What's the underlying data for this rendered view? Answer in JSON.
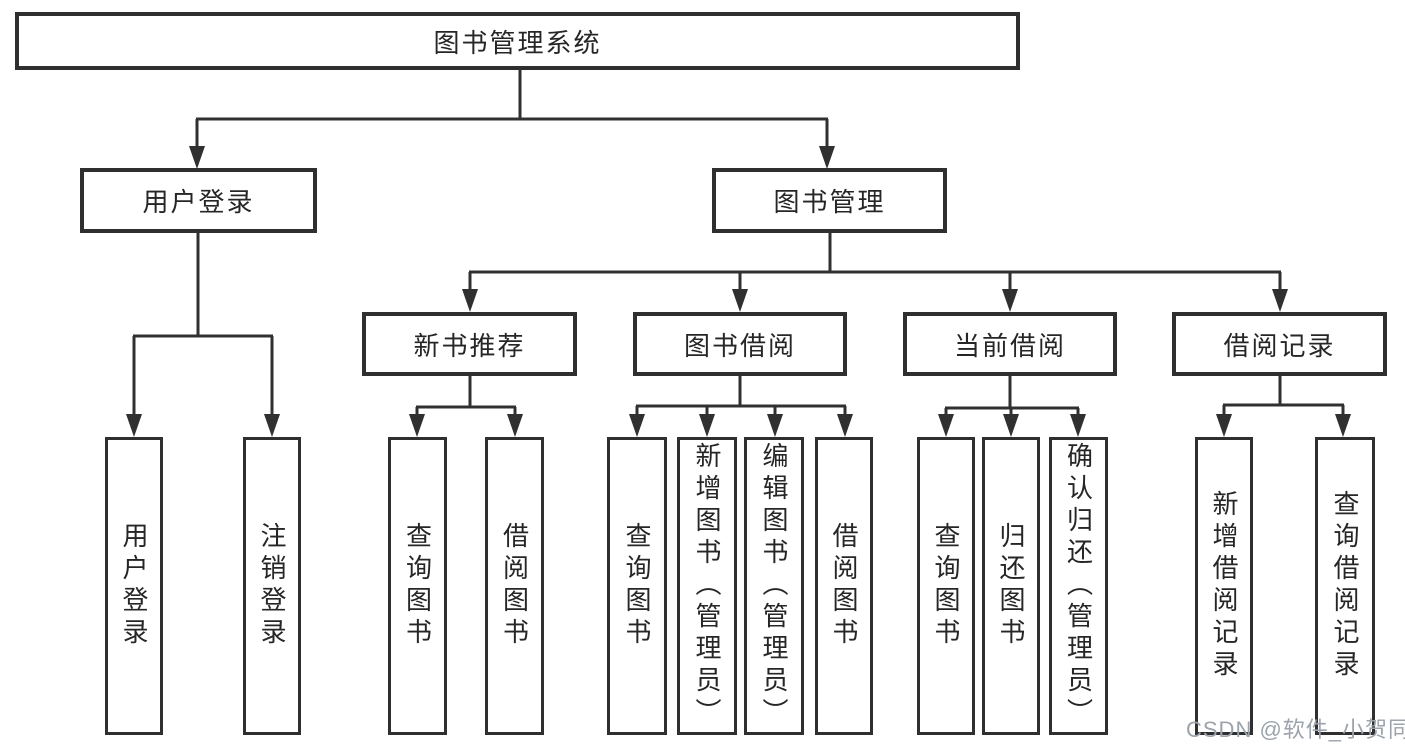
{
  "diagram": {
    "root": {
      "label": "图书管理系统"
    },
    "level1": {
      "user_login": {
        "label": "用户登录"
      },
      "book_mgmt": {
        "label": "图书管理"
      }
    },
    "level2": {
      "new_books": {
        "label": "新书推荐"
      },
      "book_borrow": {
        "label": "图书借阅"
      },
      "current_borrow": {
        "label": "当前借阅"
      },
      "borrow_records": {
        "label": "借阅记录"
      }
    },
    "leaves": {
      "user_login": [
        "用户登录",
        "注销登录"
      ],
      "new_books": [
        "查询图书",
        "借阅图书"
      ],
      "book_borrow": [
        "查询图书",
        "新增图书（管理员）",
        "编辑图书（管理员）",
        "借阅图书"
      ],
      "current_borrow": [
        "查询图书",
        "归还图书",
        "确认归还（管理员）"
      ],
      "borrow_records": [
        "新增借阅记录",
        "查询借阅记录"
      ]
    }
  },
  "watermark": {
    "text": "CSDN @软件_小贺同学"
  },
  "colors": {
    "line": "#303030",
    "box_border": "#2f2f2f",
    "text": "#262626",
    "watermark": "#9ca3ab",
    "background": "#ffffff"
  }
}
